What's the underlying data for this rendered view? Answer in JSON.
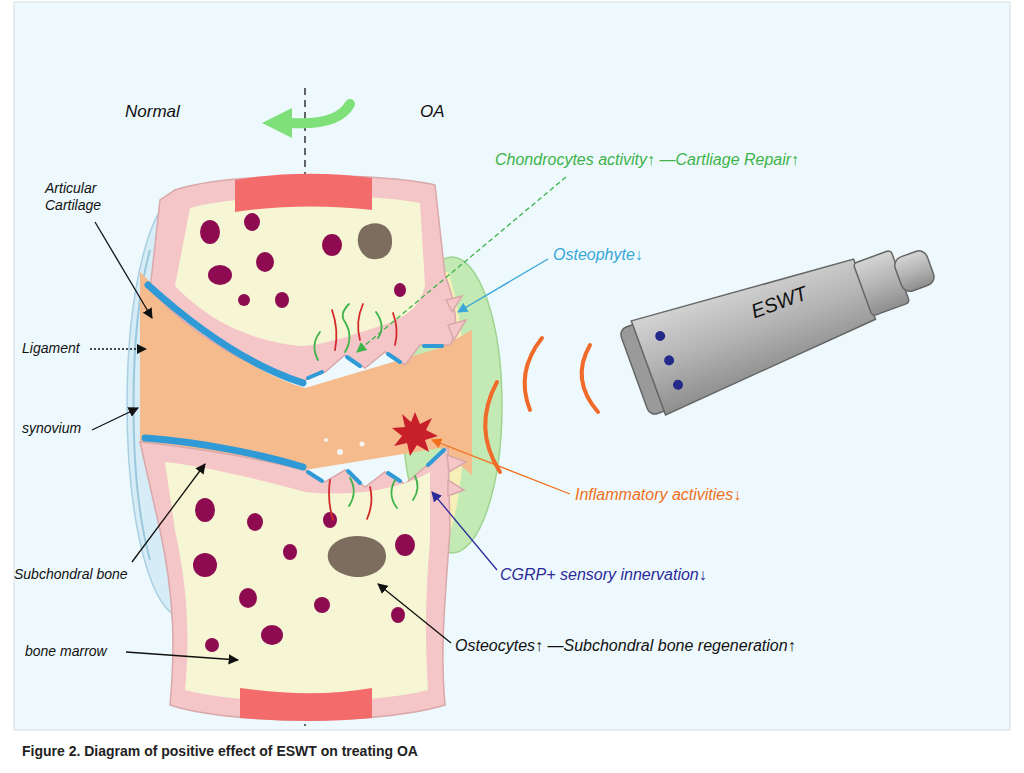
{
  "diagram": {
    "caption": "Figure 2. Diagram of positive effect of ESWT on treating OA",
    "labels": [
      "Normal",
      "OA",
      "Chondrocytes activity↑ —Cartliage Repair↑",
      "Articular Cartilage",
      "Osteophyte↓",
      "ESWT",
      "Ligament",
      "synovium",
      "Inflammatory activities↓",
      "CGRP+ sensory innervation↓",
      "Subchondral bone",
      "bone marrow",
      "Osteocytes↑ —Subchondral bone regeneration↑"
    ]
  }
}
